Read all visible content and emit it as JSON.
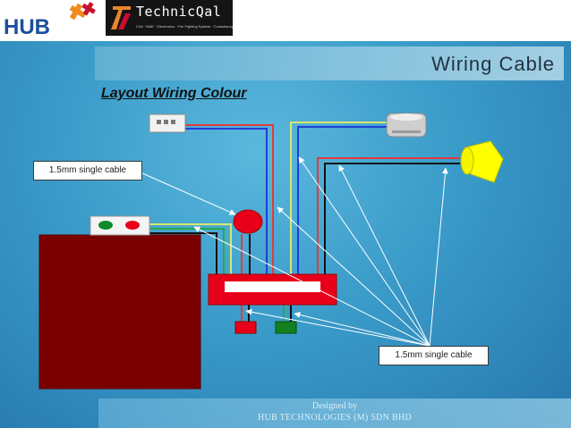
{
  "slide": {
    "title": "Wiring Cable",
    "subtitle": "Layout Wiring Colour"
  },
  "logos": {
    "hub_text": "HUB",
    "technicqal_name": "TechnicQal",
    "technicqal_tagline": "Civil · M&E · Electronics · Fire Fighting System · Consultancy"
  },
  "callouts": {
    "left": "1.5mm single cable",
    "right": "1.5mm single cable"
  },
  "footer": {
    "line1": "Designed by",
    "line2": "HUB TECHNOLOGIES (M) SDN BHD"
  },
  "colors": {
    "wire_red": "#e23a3a",
    "wire_blue": "#1f3fd8",
    "wire_black": "#111111",
    "wire_yellow": "#d8e86a",
    "wire_green": "#2aa84a",
    "panel": "#7a0000",
    "bell": "#e8001a",
    "strobe": "#ffff00",
    "hub_blue": "#1a4f9c",
    "hub_orange": "#f08a1c"
  },
  "icons": [
    "smoke-detector-icon",
    "heat-detector-icon",
    "strobe-light-icon",
    "fire-bell-icon",
    "break-glass-icon",
    "terminal-block-icon"
  ]
}
